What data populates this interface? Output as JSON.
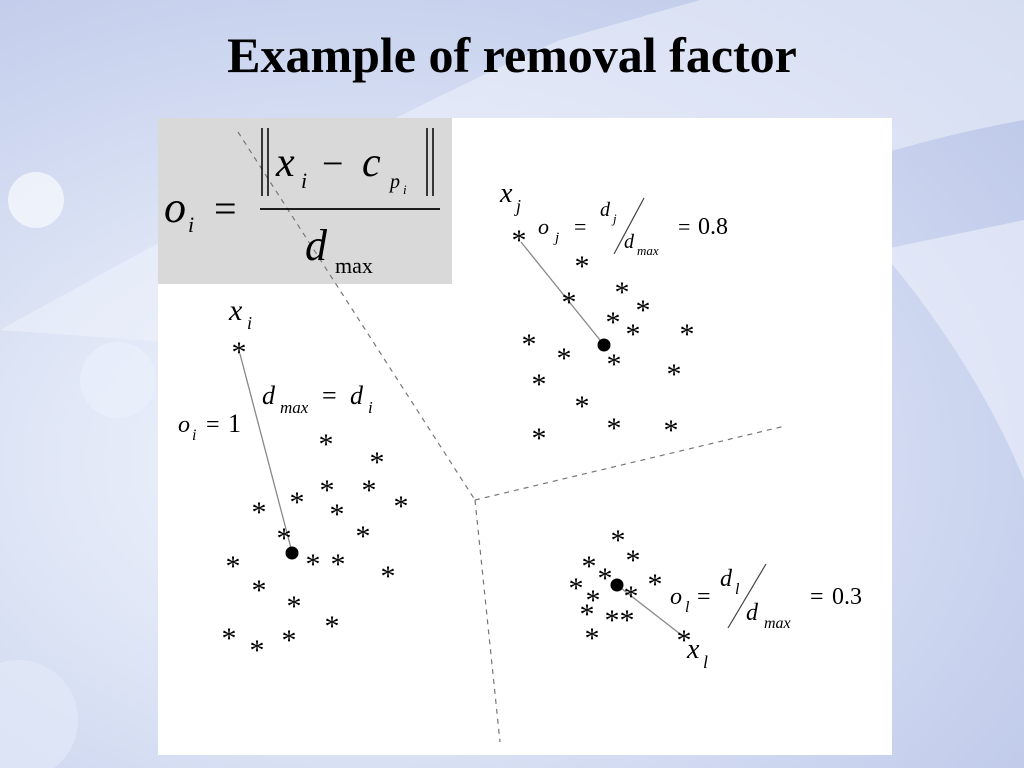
{
  "slide": {
    "title": "Example of removal factor"
  },
  "formula": {
    "lhs": "o",
    "lhs_sub": "i",
    "equals": "=",
    "num_var": "x",
    "num_var_sub": "i",
    "minus": "−",
    "num_c": "c",
    "num_c_sub": "p",
    "num_c_subsub": "i",
    "den": "d",
    "den_sub": "max"
  },
  "clusters": {
    "i": {
      "point_label": "x",
      "point_sub": "i",
      "dmax_lhs": "d",
      "dmax_lhs_sub": "max",
      "dmax_eq": "=",
      "dmax_rhs": "d",
      "dmax_rhs_sub": "i",
      "o_label": "o",
      "o_sub": "i",
      "o_eq": "=",
      "o_value": "1"
    },
    "j": {
      "point_label": "x",
      "point_sub": "j",
      "o_label": "o",
      "o_sub": "j",
      "o_eq": "=",
      "frac_num": "d",
      "frac_num_sub": "j",
      "frac_den": "d",
      "frac_den_sub": "max",
      "result_eq": "=",
      "o_value": "0.8"
    },
    "l": {
      "point_label": "x",
      "point_sub": "l",
      "o_label": "o",
      "o_sub": "l",
      "o_eq": "=",
      "frac_num": "d",
      "frac_num_sub": "l",
      "frac_den": "d",
      "frac_den_sub": "max",
      "result_eq": "=",
      "o_value": "0.3"
    }
  },
  "marker": "*"
}
